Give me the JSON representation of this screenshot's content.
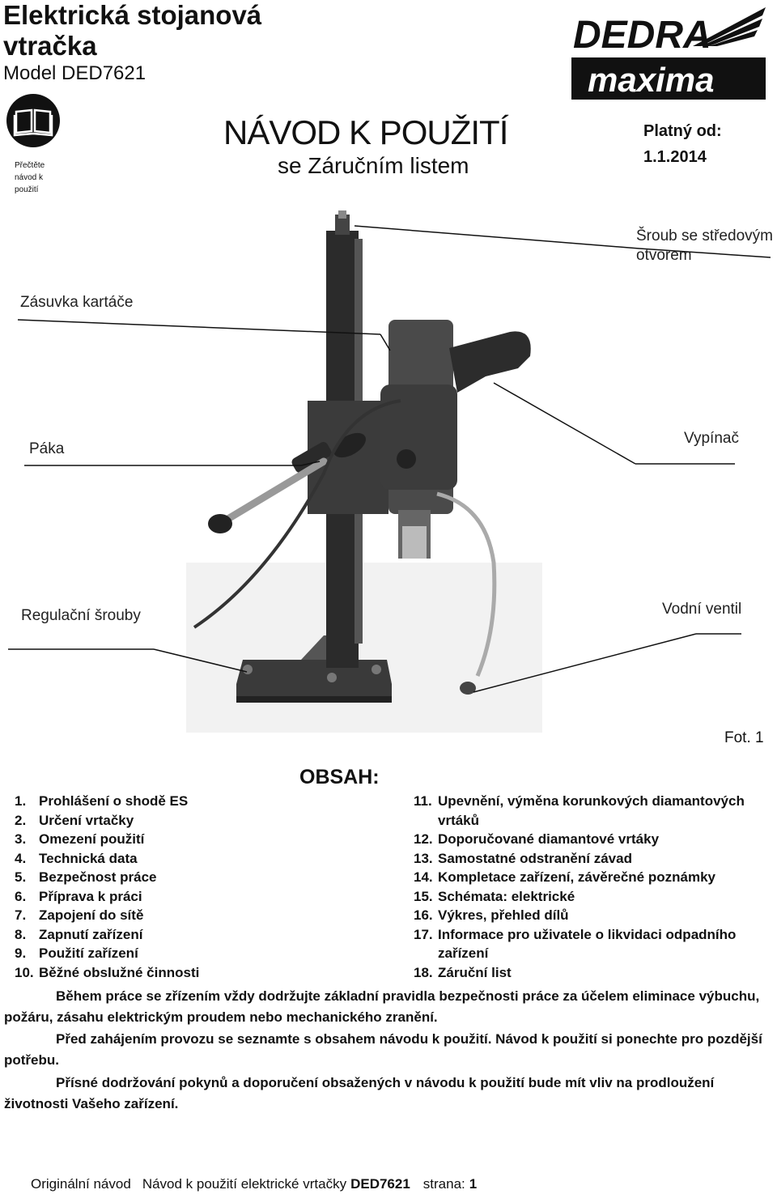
{
  "header": {
    "title": "Elektrická stojanová vtračka",
    "model": "Model DED7621",
    "book_label": "Přečtěte návod k použití",
    "main_title": "NÁVOD K POUŽITÍ",
    "sub_title": "se Záručním listem",
    "valid_from_label": "Platný od:",
    "valid_from_date": "1.1.2014",
    "logo_top": "DEDRA",
    "logo_bottom": "maxima"
  },
  "figure": {
    "labels": {
      "screw": "Šroub se středovým otvorem",
      "brush_socket": "Zásuvka kartáče",
      "lever": "Páka",
      "switch": "Vypínač",
      "adjust_screws": "Regulační šrouby",
      "water_valve": "Vodní ventil"
    },
    "caption": "Fot. 1"
  },
  "contents": {
    "heading": "OBSAH:",
    "left": [
      {
        "num": "1.",
        "text": "Prohlášení o shodě ES"
      },
      {
        "num": "2.",
        "text": "Určení vrtačky"
      },
      {
        "num": "3.",
        "text": "Omezení použití"
      },
      {
        "num": "4.",
        "text": "Technická data"
      },
      {
        "num": "5.",
        "text": "Bezpečnost práce"
      },
      {
        "num": "6.",
        "text": "Příprava k práci"
      },
      {
        "num": "7.",
        "text": "Zapojení do sítě"
      },
      {
        "num": "8.",
        "text": "Zapnutí zařízení"
      },
      {
        "num": "9.",
        "text": "Použití zařízení"
      },
      {
        "num": "10.",
        "text": "Běžné obslužné činnosti"
      }
    ],
    "right": [
      {
        "num": "11.",
        "text": "Upevnění, výměna korunkových diamantových vrtáků"
      },
      {
        "num": "12.",
        "text": "Doporučované diamantové vrtáky"
      },
      {
        "num": "13.",
        "text": "Samostatné odstranění závad"
      },
      {
        "num": "14.",
        "text": "Kompletace zařízení, závěrečné poznámky"
      },
      {
        "num": "15.",
        "text": "Schémata: elektrické"
      },
      {
        "num": "16.",
        "text": "Výkres, přehled dílů"
      },
      {
        "num": "17.",
        "text": "Informace pro uživatele o likvidaci odpadního zařízení"
      },
      {
        "num": "18.",
        "text": "Záruční list"
      }
    ]
  },
  "paragraphs": [
    "Během práce se zřízením vždy dodržujte základní pravidla bezpečnosti práce za účelem eliminace výbuchu, požáru, zásahu elektrickým proudem nebo mechanického zranění.",
    "Před zahájením provozu se seznamte s obsahem návodu k použití. Návod k použití si ponechte pro pozdější potřebu.",
    "Přísné dodržování pokynů a doporučení obsažených v návodu k použití bude mít vliv na prodloužení životnosti Vašeho zařízení."
  ],
  "footer": {
    "original": "Originální návod",
    "doc_prefix": "Návod k použití elektrické vrtačky",
    "doc_model": "DED7621",
    "page_label": "strana:",
    "page_number": "1"
  }
}
